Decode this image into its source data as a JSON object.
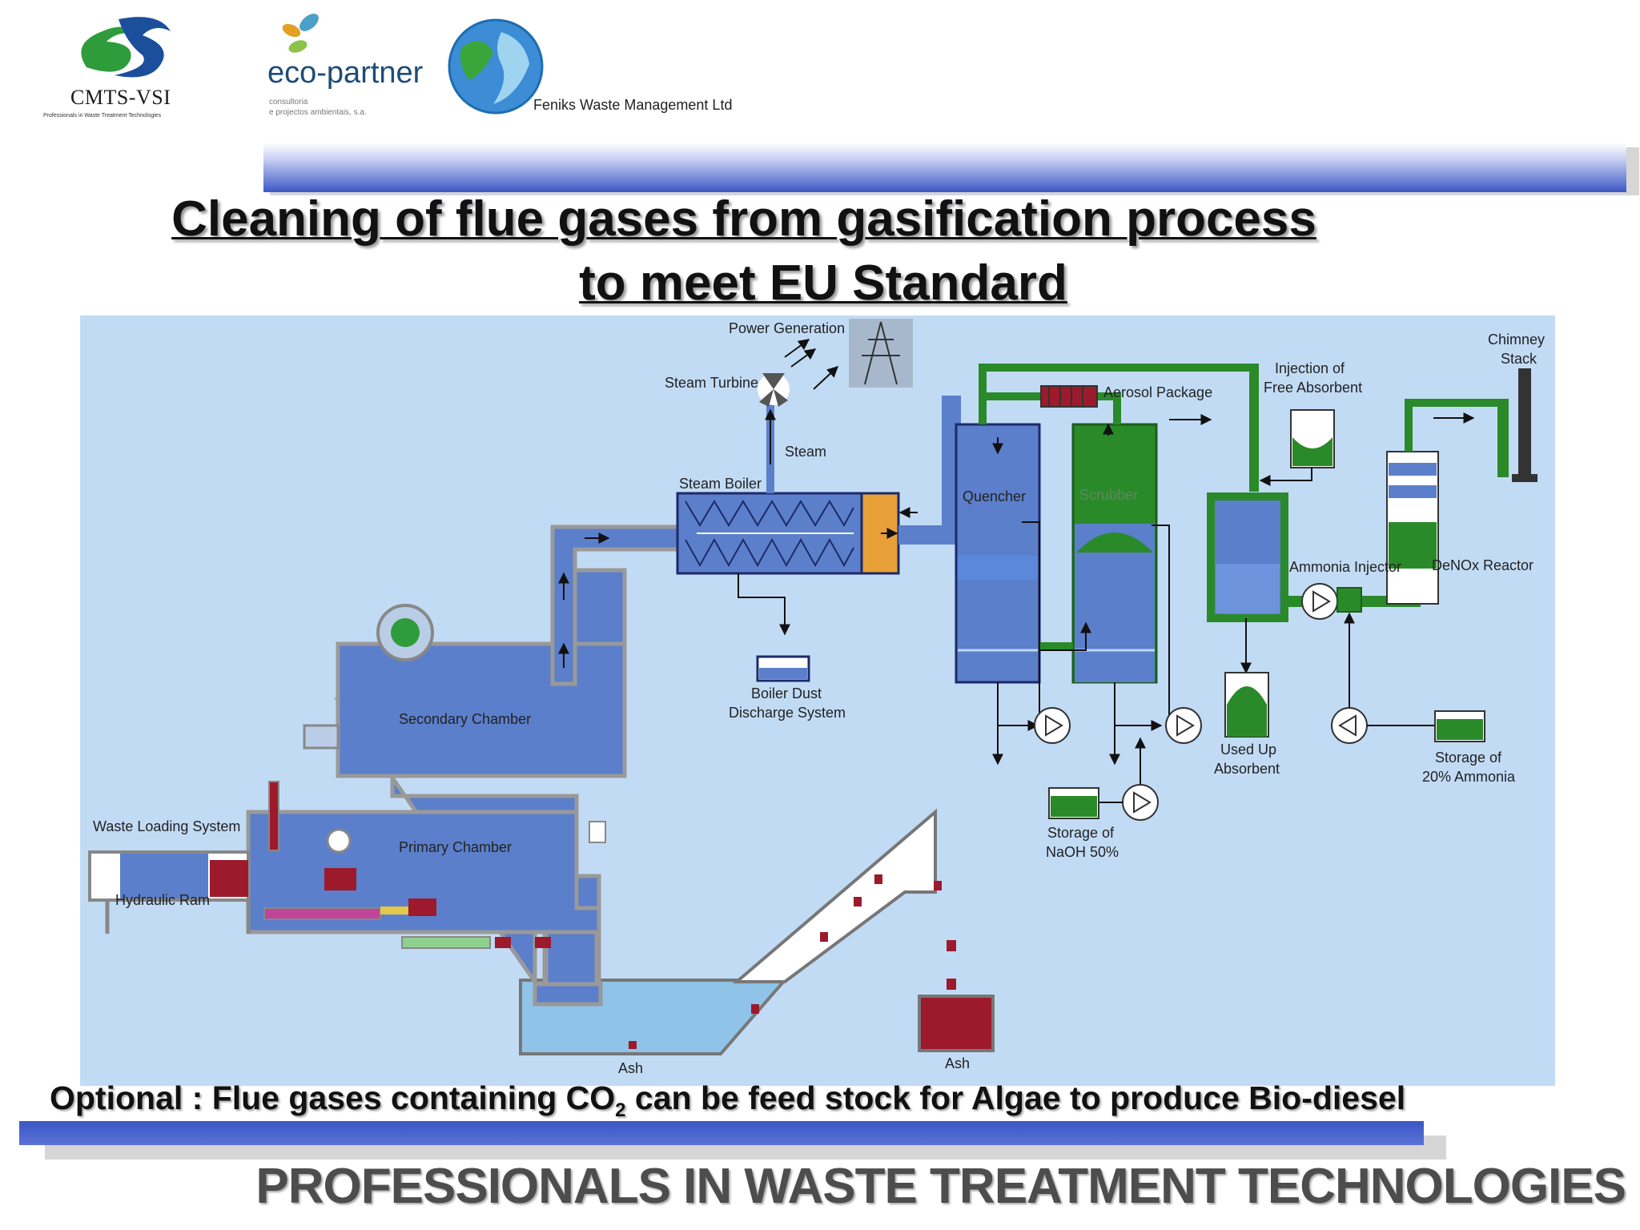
{
  "logos": {
    "cmts": {
      "name": "CMTS-VSI",
      "tagline": "Professionals in Waste Treatment Technologies"
    },
    "eco": {
      "name": "eco-partner",
      "sub1": "consultoria",
      "sub2": "e projectos ambientais, s.a."
    },
    "feniks": {
      "name": "Feniks Waste Management Ltd"
    }
  },
  "title": {
    "line1": "Cleaning of flue gases from gasification process",
    "line2": "to meet EU Standard"
  },
  "diagram": {
    "labels": {
      "power_generation": "Power Generation",
      "steam_turbine": "Steam Turbine",
      "steam": "Steam",
      "steam_boiler": "Steam Boiler",
      "boiler_dust_1": "Boiler Dust",
      "boiler_dust_2": "Discharge System",
      "secondary_chamber": "Secondary Chamber",
      "primary_chamber": "Primary Chamber",
      "waste_loading_system": "Waste Loading System",
      "hydraulic_ram": "Hydraulic Ram",
      "ash_left": "Ash",
      "ash_right": "Ash",
      "quencher": "Quencher",
      "scrubber": "Scrubber",
      "aerosol_package": "Aerosol Package",
      "injection_1": "Injection of",
      "injection_2": "Free Absorbent",
      "chimney_1": "Chimney",
      "chimney_2": "Stack",
      "ammonia_injector": "Ammonia Injector",
      "denox_reactor": "DeNOx Reactor",
      "used_up_1": "Used Up",
      "used_up_2": "Absorbent",
      "storage_ammonia_1": "Storage of",
      "storage_ammonia_2": "20% Ammonia",
      "storage_naoh_1": "Storage of",
      "storage_naoh_2": "NaOH 50%"
    }
  },
  "optional": {
    "prefix": "Optional : Flue gases containing CO",
    "subscript": "2",
    "suffix": " can be feed stock for Algae to produce Bio-diesel"
  },
  "footer": "PROFESSIONALS IN WASTE TREATMENT TECHNOLOGIES",
  "colors": {
    "panel": "#c2dbf5",
    "process_blue": "#5b7fcb",
    "process_green": "#2a8a2a",
    "banner_blue": "#3b57c4"
  }
}
